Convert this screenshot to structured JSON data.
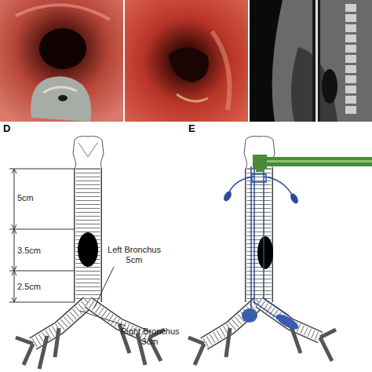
{
  "diagram": {
    "labels": [
      "D",
      "E",
      "5cm",
      "3.5cm",
      "2.5cm",
      "Left Bronchus 5cm",
      "Right Bronchus 3cm"
    ]
  }
}
